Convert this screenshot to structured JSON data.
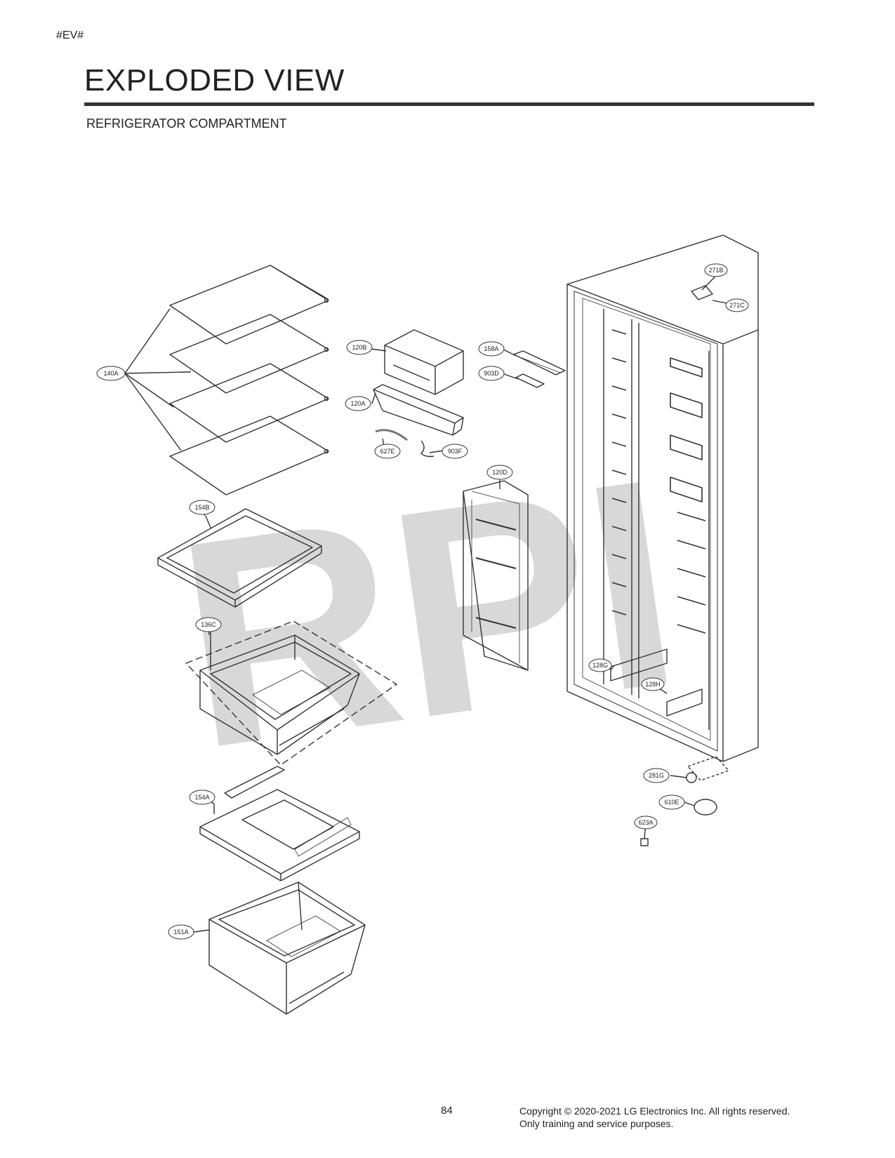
{
  "header": {
    "tag": "#EV#",
    "title": "EXPLODED VIEW",
    "subtitle": "REFRIGERATOR COMPARTMENT"
  },
  "watermark": "RPI",
  "callouts": {
    "c140A": "140A",
    "c120B": "120B",
    "c158A": "158A",
    "c903D": "903D",
    "c120A": "120A",
    "c627E": "627E",
    "c903F": "903F",
    "c120D": "120D",
    "c154B": "154B",
    "c136C": "136C",
    "c154A": "154A",
    "c151A": "151A",
    "c271B": "271B",
    "c271C": "271C",
    "c128G": "128G",
    "c128H": "128H",
    "c281G": "281G",
    "c610E": "610E",
    "c623A": "623A"
  },
  "footer": {
    "page_number": "84",
    "copyright": "Copyright © 2020-2021 LG Electronics Inc. All rights reserved. Only training and service purposes."
  }
}
